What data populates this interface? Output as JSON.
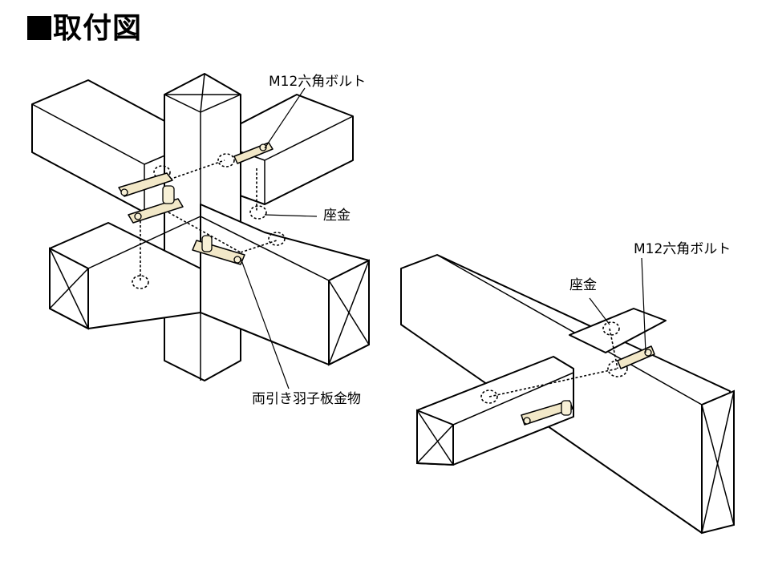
{
  "title": "取付図",
  "labels": {
    "bolt_left": "M12六角ボルト",
    "washer_left": "座金",
    "hardware": "両引き羽子板金物",
    "bolt_right": "M12六角ボルト",
    "washer_right": "座金"
  }
}
